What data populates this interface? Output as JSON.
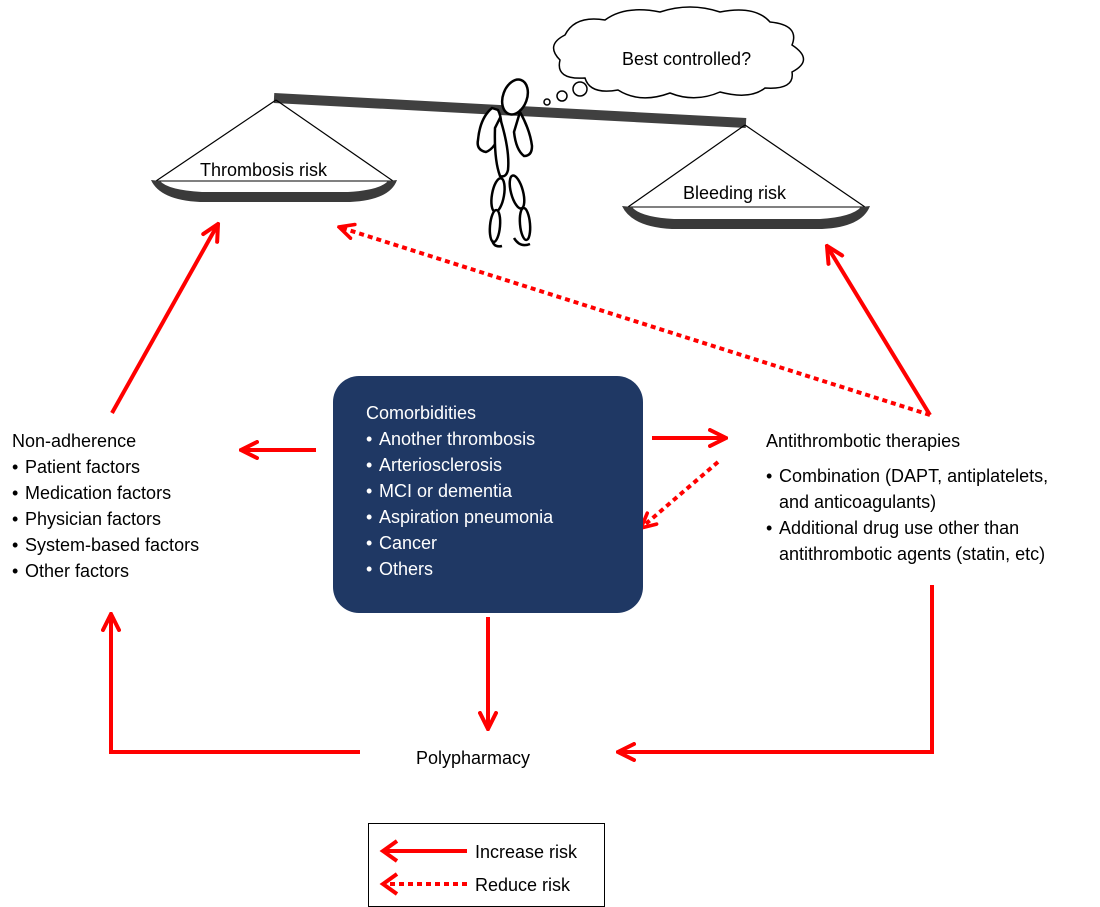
{
  "scale": {
    "left_label": "Thrombosis risk",
    "right_label": "Bleeding risk",
    "thought": "Best controlled?"
  },
  "nonadherence": {
    "title": "Non-adherence",
    "items": [
      "Patient factors",
      "Medication factors",
      "Physician factors",
      "System-based factors",
      "Other factors"
    ]
  },
  "comorbidities": {
    "title": "Comorbidities",
    "items": [
      "Another thrombosis",
      "Arteriosclerosis",
      "MCI or dementia",
      "Aspiration pneumonia",
      "Cancer",
      "Others"
    ]
  },
  "antithrombotic": {
    "title": "Antithrombotic therapies",
    "items": [
      [
        "Combination (DAPT, antiplatelets,",
        "and anticoagulants)"
      ],
      [
        "Additional drug use other than",
        "antithrombotic agents (statin, etc)"
      ]
    ]
  },
  "polypharmacy": {
    "label": "Polypharmacy"
  },
  "legend": {
    "increase": "Increase risk",
    "reduce": "Reduce risk"
  },
  "colors": {
    "arrow": "#ff0000",
    "box": "#1f3864",
    "beam": "#404040"
  }
}
